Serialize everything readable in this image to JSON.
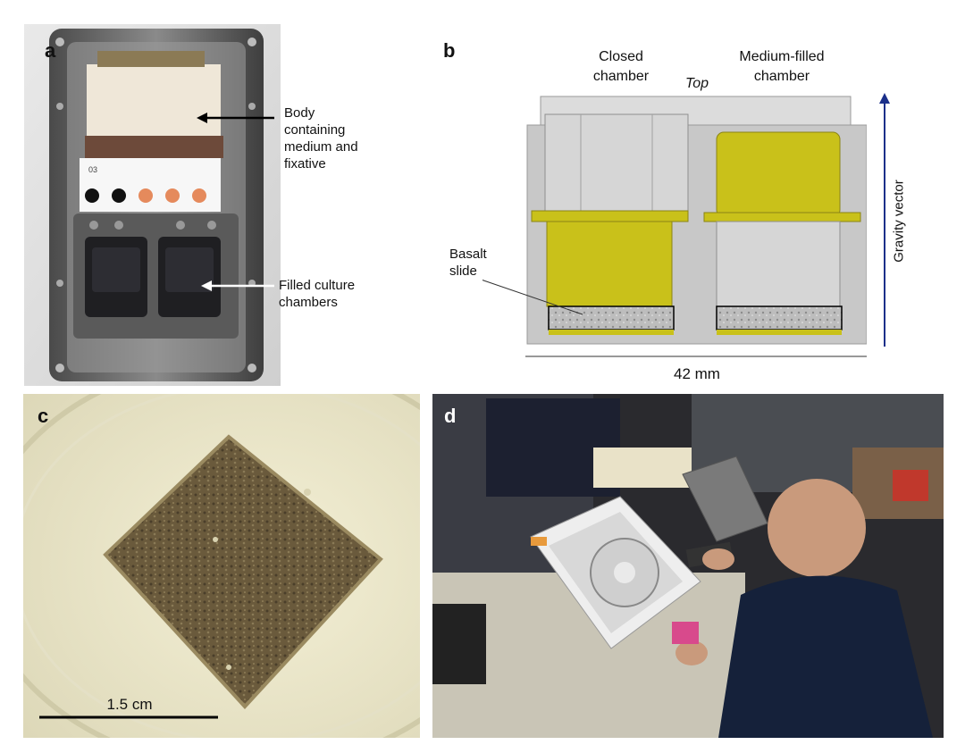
{
  "panels": {
    "a": {
      "label": "a",
      "callout_body": [
        "Body",
        "containing",
        "medium and",
        "fixative"
      ],
      "callout_chambers": [
        "Filled culture",
        "chambers"
      ],
      "card_number": "03",
      "dot_colors": [
        "#111111",
        "#111111",
        "#e58a5c",
        "#e58a5c",
        "#e58a5c"
      ]
    },
    "b": {
      "label": "b",
      "closed_chamber": [
        "Closed",
        "chamber"
      ],
      "top": "Top",
      "medium_filled": [
        "Medium-filled",
        "chamber"
      ],
      "basalt": [
        "Basalt",
        "slide"
      ],
      "gravity": "Gravity vector",
      "scale": "42 mm",
      "colors": {
        "medium": "#c9c11a",
        "body": "#c8c8c8",
        "arrow": "#1a2f8a"
      }
    },
    "c": {
      "label": "c",
      "scale": "1.5 cm"
    },
    "d": {
      "label": "d"
    }
  }
}
